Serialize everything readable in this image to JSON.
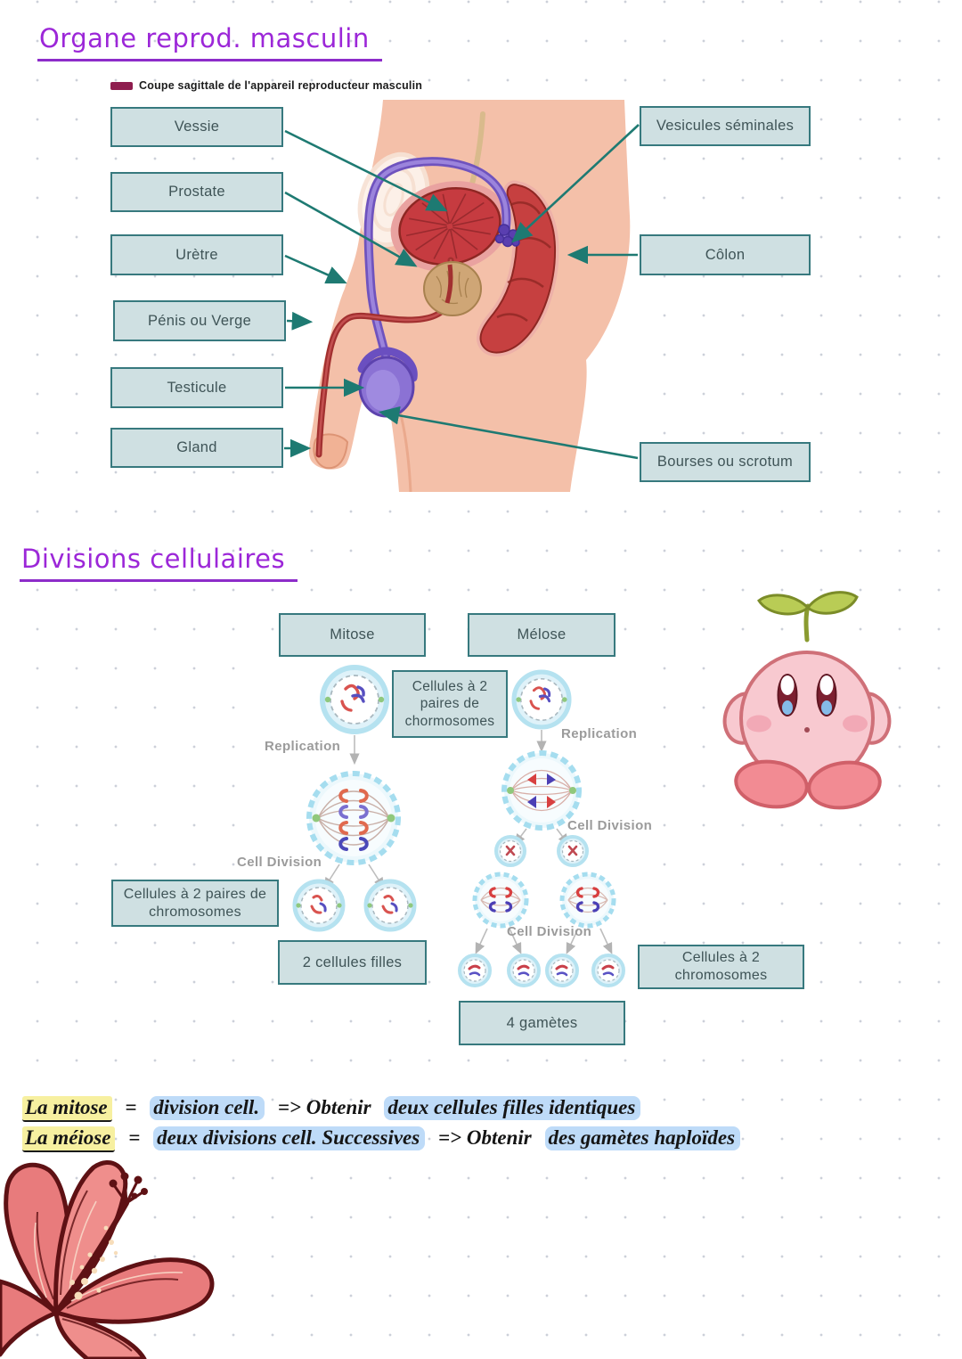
{
  "sections": {
    "anatomy_title": "Organe reprod. masculin",
    "division_title": "Divisions cellulaires"
  },
  "anatomy": {
    "caption": "Coupe sagittale de l'appareil reproducteur masculin",
    "left_labels": [
      "Vessie",
      "Prostate",
      "Urètre",
      "Pénis ou Verge",
      "Testicule",
      "Gland"
    ],
    "right_labels": [
      "Vesicules séminales",
      "Côlon",
      "Bourses ou scrotum"
    ]
  },
  "division": {
    "column_titles": [
      "Mitose",
      "Mélose"
    ],
    "start_cells_label": "Cellules à 2 paires de chormosomes",
    "replication_label": "Replication",
    "cell_division_label": "Cell Division",
    "mitose_parent_label": "Cellules à 2 paires de chromosomes",
    "mitose_result_label": "2 cellules filles",
    "meiose_cells_label": "Cellules à 2 chromosomes",
    "meiose_result_label": "4 gamètes"
  },
  "notes": {
    "line1": {
      "term": "La mitose",
      "sep": "=",
      "part1": "division cell.",
      "connector": "=> Obtenir",
      "part2": "deux cellules filles identiques"
    },
    "line2": {
      "term": "La méiose",
      "sep": "=",
      "part1": "deux divisions cell. Successives",
      "connector": "=> Obtenir",
      "part2": "des gamètes haploïdes"
    }
  },
  "colors": {
    "title_purple": "#9c27d8",
    "caption_maroon": "#8e1d4e",
    "box_fill": "#cfe0e2",
    "box_border": "#37797e",
    "arrow_teal": "#1e7a72",
    "highlight_yellow": "#f7f0a0",
    "highlight_blue": "#bedbf8"
  }
}
